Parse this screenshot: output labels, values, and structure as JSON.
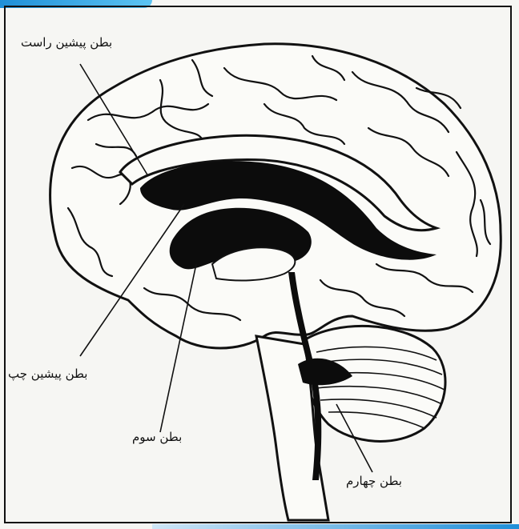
{
  "labels": {
    "right_lateral": "بطن پیشین راست",
    "left_lateral": "بطن پیشین چپ",
    "third": "بطن سوم",
    "fourth": "بطن چهارم"
  },
  "colors": {
    "ink": "#111111",
    "ventricle": "#0c0c0c",
    "paper": "#f6f6f3",
    "accent": "#1f8fd8"
  }
}
